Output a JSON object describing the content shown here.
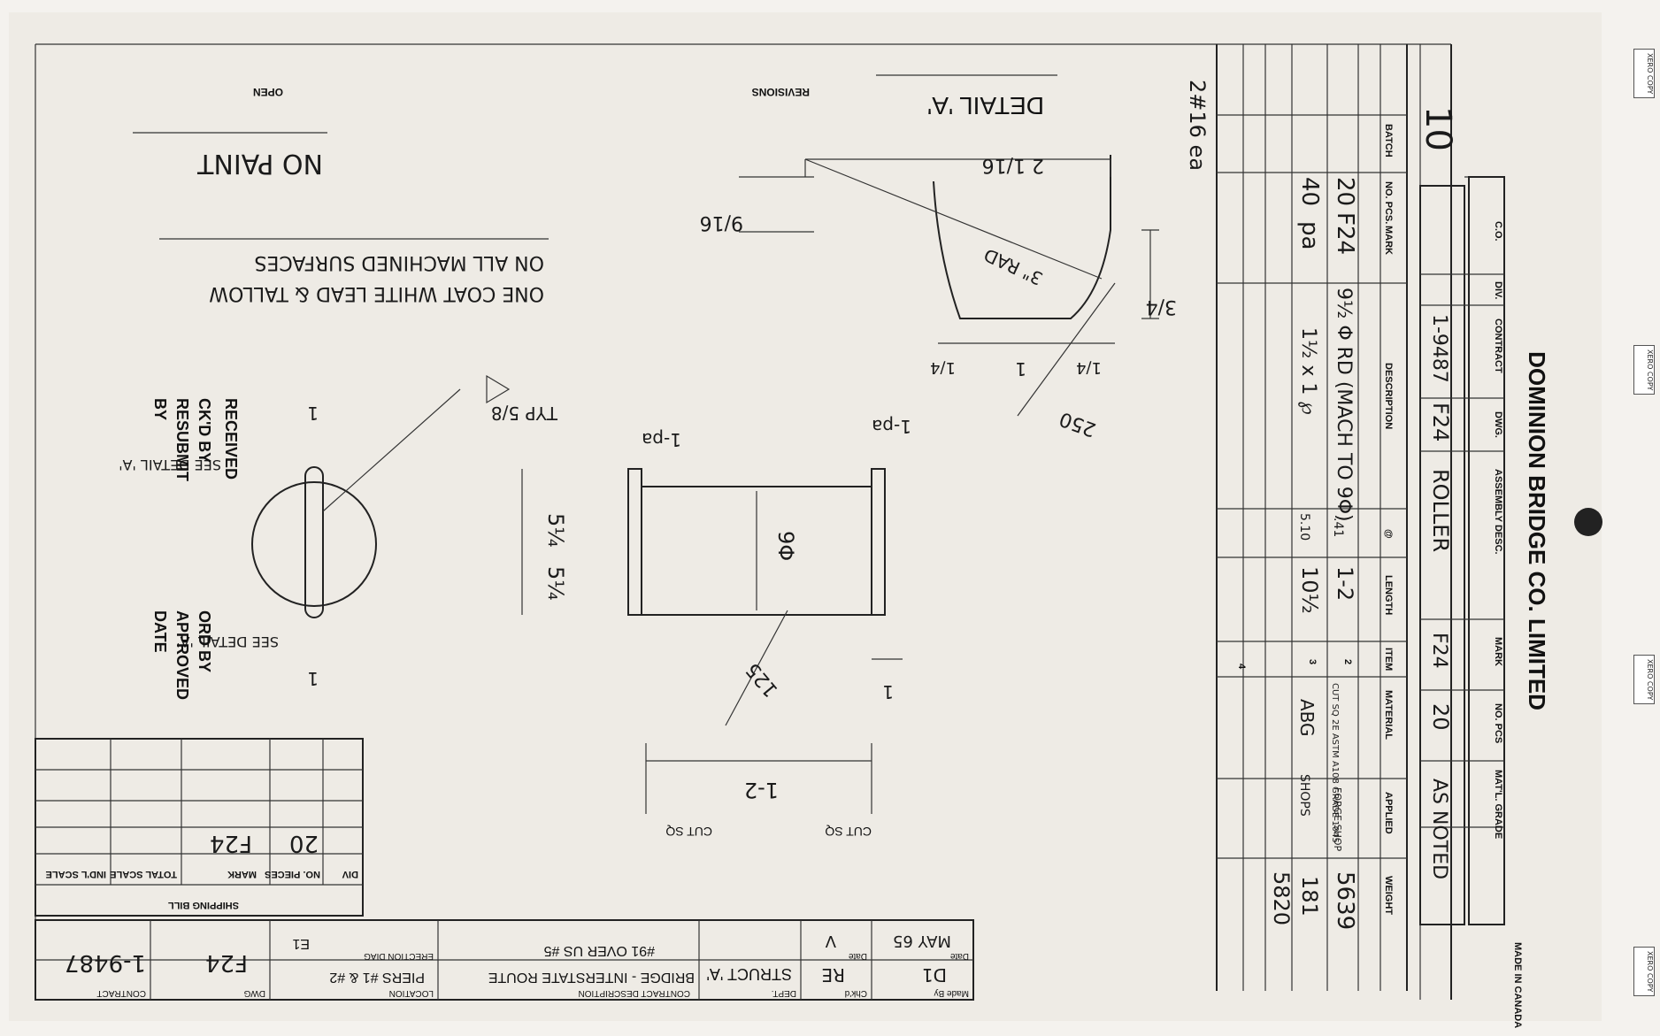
{
  "title_block": {
    "company": "DOMINION BRIDGE CO. LIMITED",
    "made_in": "MADE IN CANADA",
    "header_row": [
      "C.O.",
      "DIV.",
      "CONTRACT",
      "DWG.",
      "ASSEMBLY DESC.",
      "MARK",
      "NO. PCS",
      "MAT'L. GRADE"
    ],
    "contract": "1-9487",
    "dwg": "F24",
    "assembly_desc": "ROLLER",
    "mark": "F24",
    "no_pcs": "20",
    "matl_grade": "AS NOTED",
    "sheet_note": "10"
  },
  "bill_of_materials": {
    "headers": [
      "BATCH",
      "NO. PCS.",
      "MARK",
      "DESCRIPTION",
      "@",
      "LENGTH",
      "ITEM",
      "MATERIAL",
      "APPLIED",
      "WEIGHT"
    ],
    "rows": [
      {
        "no_pcs": "20",
        "mark": "F24",
        "description": "9½ Φ RD (MACH TO 9Φ)",
        "at": ".41",
        "length": "1-2",
        "item": "2",
        "material": "CUT SQ 2E ASTM A108 GRADE 1045",
        "applied": "FORGE SHOP",
        "weight": "5639"
      },
      {
        "no_pcs": "40",
        "mark": "pa",
        "description": "1½ x 1 ℘",
        "at": "5.10",
        "length": "10½",
        "item": "3",
        "material": "ABG",
        "applied": "SHOPS",
        "weight": "181"
      }
    ],
    "item_4": "4",
    "total_weight": "5820",
    "side_note": "2#16 ea"
  },
  "detail_a": {
    "title": "DETAIL 'A'",
    "dim_width": "2 1/16",
    "dim_height": "9/16",
    "dim_depth": "3/4",
    "radius": "3\" RAD",
    "dim_quarter_left": "1/4",
    "dim_one": "1",
    "dim_quarter_right": "1/4",
    "finish": "250"
  },
  "roller": {
    "diameter": "9Φ",
    "length": "1-2",
    "cut_sq": "CUT SQ",
    "finish": "125",
    "end_gap": "1",
    "plate_label": "1-pa",
    "half_length": "5¼"
  },
  "end_view": {
    "weld_symbol": "TYP 5/8",
    "pa_label": "1-pa",
    "end_mark": "1",
    "see_detail": "SEE DETAIL 'A'"
  },
  "notes": {
    "no_paint": "NO PAINT",
    "coat_line1": "ONE COAT WHITE LEAD & TALLOW",
    "coat_line2": "ON ALL MACHINED SURFACES",
    "revisions": "REVISIONS",
    "open": "OPEN"
  },
  "stamp": {
    "received": "RECEIVED",
    "ckd_by": "CK'D BY",
    "resubmit": "RESUBMIT",
    "by": "BY",
    "ord_by": "ORD BY",
    "approved": "APPROVED",
    "date": "DATE"
  },
  "shipping_bill": {
    "title": "SHIPPING BILL",
    "headers": [
      "DIV",
      "NO. PIECES",
      "MARK",
      "TOTAL SCALE",
      "IND'L SCALE"
    ],
    "pieces": "20",
    "mark": "F24"
  },
  "footer": {
    "made_by_label": "Made By",
    "made_by": "D1",
    "date_label": "Date",
    "date": "MAY 65",
    "chkd_label": "Chk'd",
    "chkd": "RE",
    "date2_label": "Date",
    "date2": "V",
    "dept_label": "DEPT.",
    "dept": "STRUCT 'A'",
    "contract_desc_label": "CONTRACT DESCRIPTION",
    "contract_desc_1": "BRIDGE - INTERSTATE ROUTE",
    "contract_desc_2": "#91 OVER US #5",
    "location_label": "LOCATION",
    "location": "PIERS #1 & #2",
    "erection_label": "ERECTION DIAG",
    "erection": "E1",
    "dwg_label": "DWG",
    "dwg": "F24",
    "contract_label": "CONTRACT",
    "contract": "1-9487"
  },
  "side_tabs": [
    "XERO COPY",
    "XERO COPY",
    "XERO COPY",
    "XERO COPY"
  ]
}
